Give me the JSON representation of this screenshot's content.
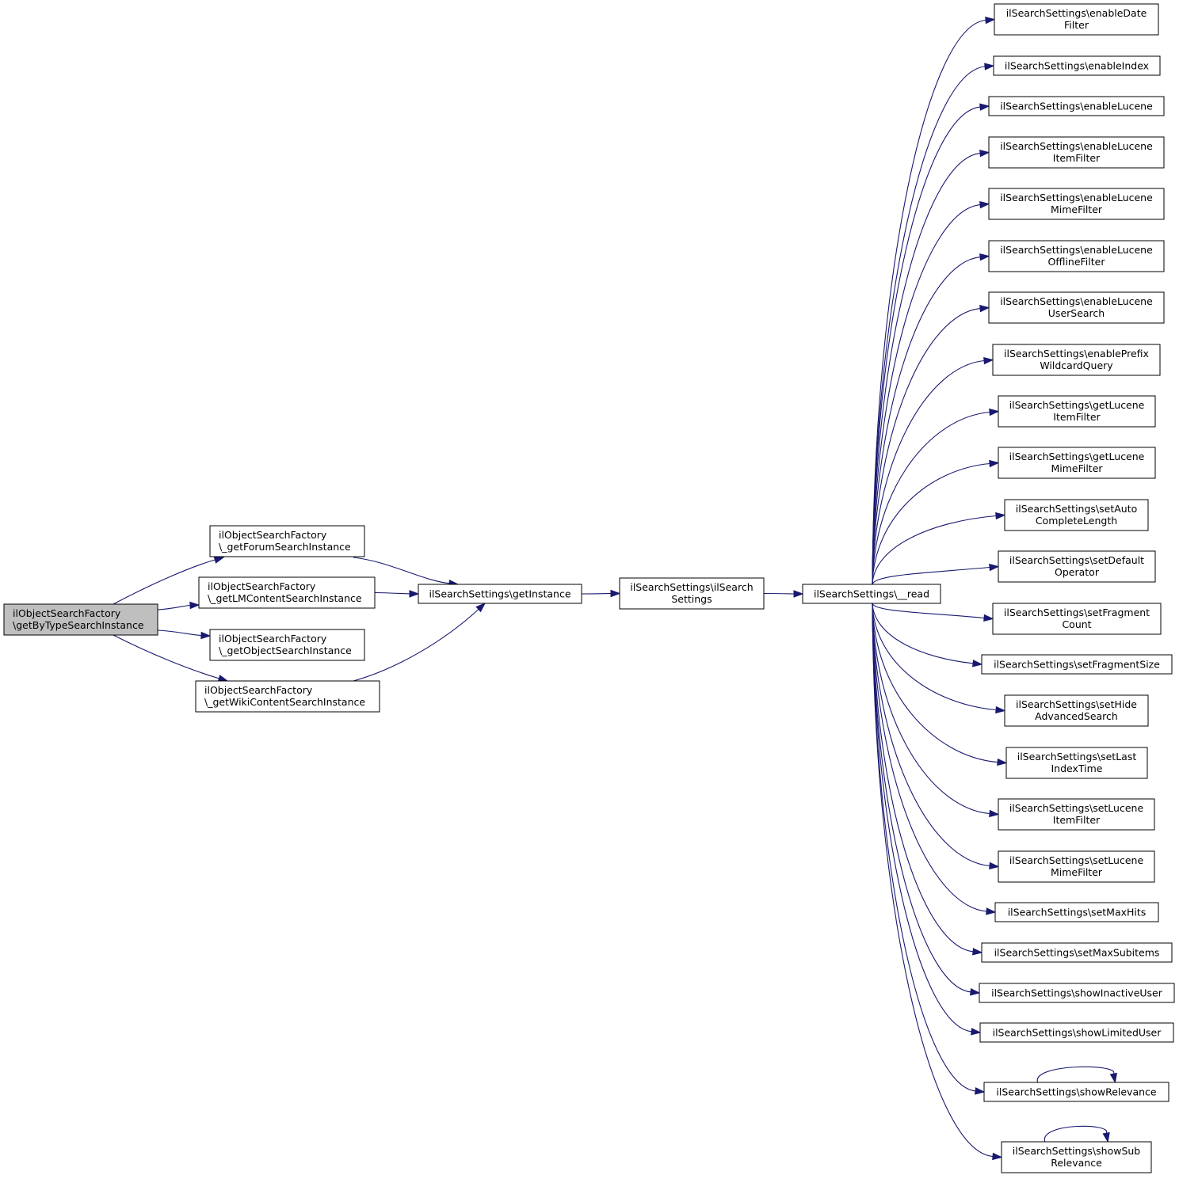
{
  "colors": {
    "edge": "#191970",
    "node_border": "#000000",
    "node_fill": "#ffffff",
    "highlight_fill": "#bfbfbf",
    "text": "#000000"
  },
  "nodes": [
    {
      "id": "getByTypeSearchInstance",
      "lines": [
        "ilObjectSearchFactory",
        "\\getByTypeSearchInstance"
      ],
      "highlighted": true
    },
    {
      "id": "getForumSearchInstance",
      "lines": [
        "ilObjectSearchFactory",
        "\\_getForumSearchInstance"
      ]
    },
    {
      "id": "getLMContentSearchInstance",
      "lines": [
        "ilObjectSearchFactory",
        "\\_getLMContentSearchInstance"
      ]
    },
    {
      "id": "getObjectSearchInstance",
      "lines": [
        "ilObjectSearchFactory",
        "\\_getObjectSearchInstance"
      ]
    },
    {
      "id": "getWikiContentSearchInstance",
      "lines": [
        "ilObjectSearchFactory",
        "\\_getWikiContentSearchInstance"
      ]
    },
    {
      "id": "getInstance",
      "lines": [
        "ilSearchSettings\\getInstance"
      ]
    },
    {
      "id": "ctor",
      "lines": [
        "ilSearchSettings\\ilSearch",
        "Settings"
      ]
    },
    {
      "id": "read",
      "lines": [
        "ilSearchSettings\\__read"
      ]
    },
    {
      "id": "enableDateFilter",
      "lines": [
        "ilSearchSettings\\enableDate",
        "Filter"
      ]
    },
    {
      "id": "enableIndex",
      "lines": [
        "ilSearchSettings\\enableIndex"
      ]
    },
    {
      "id": "enableLucene",
      "lines": [
        "ilSearchSettings\\enableLucene"
      ]
    },
    {
      "id": "enableLuceneItemFilter",
      "lines": [
        "ilSearchSettings\\enableLucene",
        "ItemFilter"
      ]
    },
    {
      "id": "enableLuceneMimeFilter",
      "lines": [
        "ilSearchSettings\\enableLucene",
        "MimeFilter"
      ]
    },
    {
      "id": "enableLuceneOfflineFilter",
      "lines": [
        "ilSearchSettings\\enableLucene",
        "OfflineFilter"
      ]
    },
    {
      "id": "enableLuceneUserSearch",
      "lines": [
        "ilSearchSettings\\enableLucene",
        "UserSearch"
      ]
    },
    {
      "id": "enablePrefixWildcardQuery",
      "lines": [
        "ilSearchSettings\\enablePrefix",
        "WildcardQuery"
      ]
    },
    {
      "id": "getLuceneItemFilter",
      "lines": [
        "ilSearchSettings\\getLucene",
        "ItemFilter"
      ]
    },
    {
      "id": "getLuceneMimeFilter",
      "lines": [
        "ilSearchSettings\\getLucene",
        "MimeFilter"
      ]
    },
    {
      "id": "setAutoCompleteLength",
      "lines": [
        "ilSearchSettings\\setAuto",
        "CompleteLength"
      ]
    },
    {
      "id": "setDefaultOperator",
      "lines": [
        "ilSearchSettings\\setDefault",
        "Operator"
      ]
    },
    {
      "id": "setFragmentCount",
      "lines": [
        "ilSearchSettings\\setFragment",
        "Count"
      ]
    },
    {
      "id": "setFragmentSize",
      "lines": [
        "ilSearchSettings\\setFragmentSize"
      ]
    },
    {
      "id": "setHideAdvancedSearch",
      "lines": [
        "ilSearchSettings\\setHide",
        "AdvancedSearch"
      ]
    },
    {
      "id": "setLastIndexTime",
      "lines": [
        "ilSearchSettings\\setLast",
        "IndexTime"
      ]
    },
    {
      "id": "setLuceneItemFilter",
      "lines": [
        "ilSearchSettings\\setLucene",
        "ItemFilter"
      ]
    },
    {
      "id": "setLuceneMimeFilter",
      "lines": [
        "ilSearchSettings\\setLucene",
        "MimeFilter"
      ]
    },
    {
      "id": "setMaxHits",
      "lines": [
        "ilSearchSettings\\setMaxHits"
      ]
    },
    {
      "id": "setMaxSubitems",
      "lines": [
        "ilSearchSettings\\setMaxSubitems"
      ]
    },
    {
      "id": "showInactiveUser",
      "lines": [
        "ilSearchSettings\\showInactiveUser"
      ]
    },
    {
      "id": "showLimitedUser",
      "lines": [
        "ilSearchSettings\\showLimitedUser"
      ]
    },
    {
      "id": "showRelevance",
      "lines": [
        "ilSearchSettings\\showRelevance"
      ]
    },
    {
      "id": "showSubRelevance",
      "lines": [
        "ilSearchSettings\\showSub",
        "Relevance"
      ]
    }
  ],
  "edges": [
    {
      "from": "getByTypeSearchInstance",
      "to": "getForumSearchInstance"
    },
    {
      "from": "getByTypeSearchInstance",
      "to": "getLMContentSearchInstance"
    },
    {
      "from": "getByTypeSearchInstance",
      "to": "getObjectSearchInstance"
    },
    {
      "from": "getByTypeSearchInstance",
      "to": "getWikiContentSearchInstance"
    },
    {
      "from": "getForumSearchInstance",
      "to": "getInstance"
    },
    {
      "from": "getLMContentSearchInstance",
      "to": "getInstance"
    },
    {
      "from": "getWikiContentSearchInstance",
      "to": "getInstance"
    },
    {
      "from": "getInstance",
      "to": "ctor"
    },
    {
      "from": "ctor",
      "to": "read"
    },
    {
      "from": "read",
      "to": "enableDateFilter"
    },
    {
      "from": "read",
      "to": "enableIndex"
    },
    {
      "from": "read",
      "to": "enableLucene"
    },
    {
      "from": "read",
      "to": "enableLuceneItemFilter"
    },
    {
      "from": "read",
      "to": "enableLuceneMimeFilter"
    },
    {
      "from": "read",
      "to": "enableLuceneOfflineFilter"
    },
    {
      "from": "read",
      "to": "enableLuceneUserSearch"
    },
    {
      "from": "read",
      "to": "enablePrefixWildcardQuery"
    },
    {
      "from": "read",
      "to": "getLuceneItemFilter"
    },
    {
      "from": "read",
      "to": "getLuceneMimeFilter"
    },
    {
      "from": "read",
      "to": "setAutoCompleteLength"
    },
    {
      "from": "read",
      "to": "setDefaultOperator"
    },
    {
      "from": "read",
      "to": "setFragmentCount"
    },
    {
      "from": "read",
      "to": "setFragmentSize"
    },
    {
      "from": "read",
      "to": "setHideAdvancedSearch"
    },
    {
      "from": "read",
      "to": "setLastIndexTime"
    },
    {
      "from": "read",
      "to": "setLuceneItemFilter"
    },
    {
      "from": "read",
      "to": "setLuceneMimeFilter"
    },
    {
      "from": "read",
      "to": "setMaxHits"
    },
    {
      "from": "read",
      "to": "setMaxSubitems"
    },
    {
      "from": "read",
      "to": "showInactiveUser"
    },
    {
      "from": "read",
      "to": "showLimitedUser"
    },
    {
      "from": "read",
      "to": "showRelevance"
    },
    {
      "from": "read",
      "to": "showSubRelevance"
    },
    {
      "from": "showRelevance",
      "to": "showRelevance"
    },
    {
      "from": "showSubRelevance",
      "to": "showSubRelevance"
    }
  ]
}
